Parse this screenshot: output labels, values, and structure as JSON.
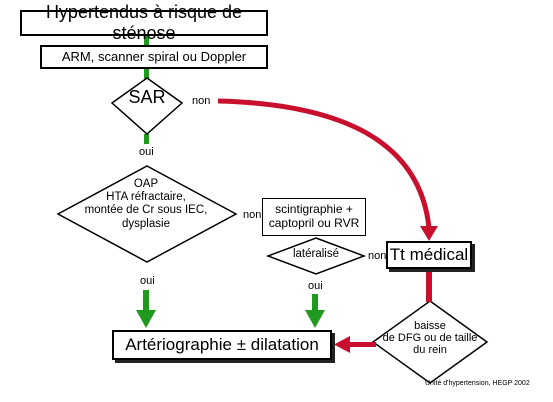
{
  "boxes": {
    "title": "Hypertendus à risque de sténose",
    "arm": "ARM, scanner spiral ou Doppler",
    "scintigraphie_line1": "scintigraphie +",
    "scintigraphie_line2": "captopril ou RVR",
    "tt_medical": "Tt médical",
    "arteriographie": "Artériographie ± dilatation"
  },
  "decisions": {
    "sar": "SAR",
    "oap_line1": "OAP",
    "oap_line2": "HTA réfractaire,",
    "oap_line3": "montée de Cr sous IEC,",
    "oap_line4": "dysplasie",
    "lateralise": "latéralisé",
    "baisse_line1": "baisse",
    "baisse_line2": "de DFG ou de taille",
    "baisse_line3": "du rein"
  },
  "labels": {
    "non_sar": "non",
    "oui_sar": "oui",
    "non_oap": "non",
    "oui_oap": "oui",
    "oui_lat": "oui",
    "non_lat": "non"
  },
  "credit": "Unité d'hypertension, HEGP 2002",
  "colors": {
    "green": "#1f9a1f",
    "red": "#c8102e",
    "line": "#000000"
  }
}
